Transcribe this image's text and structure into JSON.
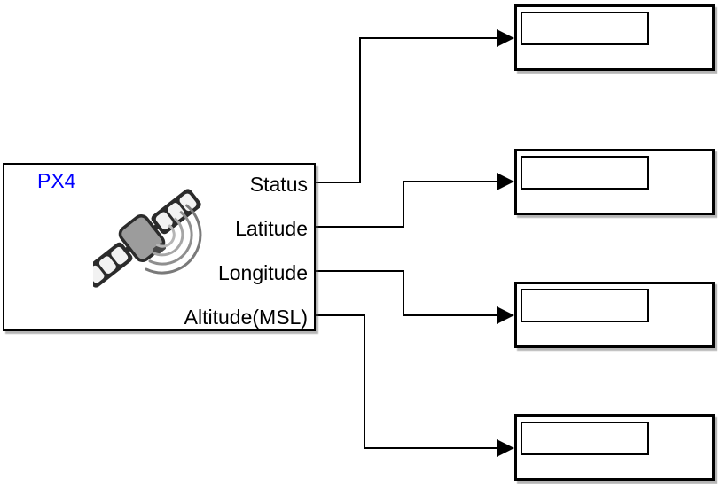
{
  "diagram": {
    "background": "#ffffff",
    "wire_color": "#000000",
    "block_border_color": "#000000"
  },
  "px4_block": {
    "title": "PX4",
    "title_color": "#0000ff",
    "icon": "satellite-icon",
    "ports": [
      {
        "label": "Status"
      },
      {
        "label": "Latitude"
      },
      {
        "label": "Longitude"
      },
      {
        "label": "Altitude(MSL)"
      }
    ]
  },
  "displays": [
    {
      "value": ""
    },
    {
      "value": ""
    },
    {
      "value": ""
    },
    {
      "value": ""
    }
  ]
}
